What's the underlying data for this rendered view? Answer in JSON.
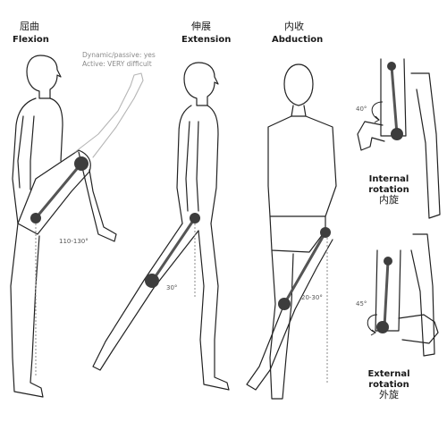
{
  "panels": {
    "flexion": {
      "label_cn": "屈曲",
      "label_en": "Flexion",
      "note_line1": "Dynamic/passive: yes",
      "note_line2": "Active: VERY difficult",
      "angle": "110-130°"
    },
    "extension": {
      "label_cn": "伸展",
      "label_en": "Extension",
      "angle": "30°"
    },
    "abduction": {
      "label_cn": "内收",
      "label_en": "Abduction",
      "angle": "20-30°"
    },
    "internal_rotation": {
      "label_en_line1": "Internal",
      "label_en_line2": "rotation",
      "label_cn": "内旋",
      "angle": "40°"
    },
    "external_rotation": {
      "label_en_line1": "External",
      "label_en_line2": "rotation",
      "label_cn": "外旋",
      "angle": "45°"
    }
  },
  "colors": {
    "outline": "#222222",
    "faint_outline": "#b5b5b5",
    "joint_marker": "#3d3d3d",
    "axis_line": "#8a8a8a"
  }
}
